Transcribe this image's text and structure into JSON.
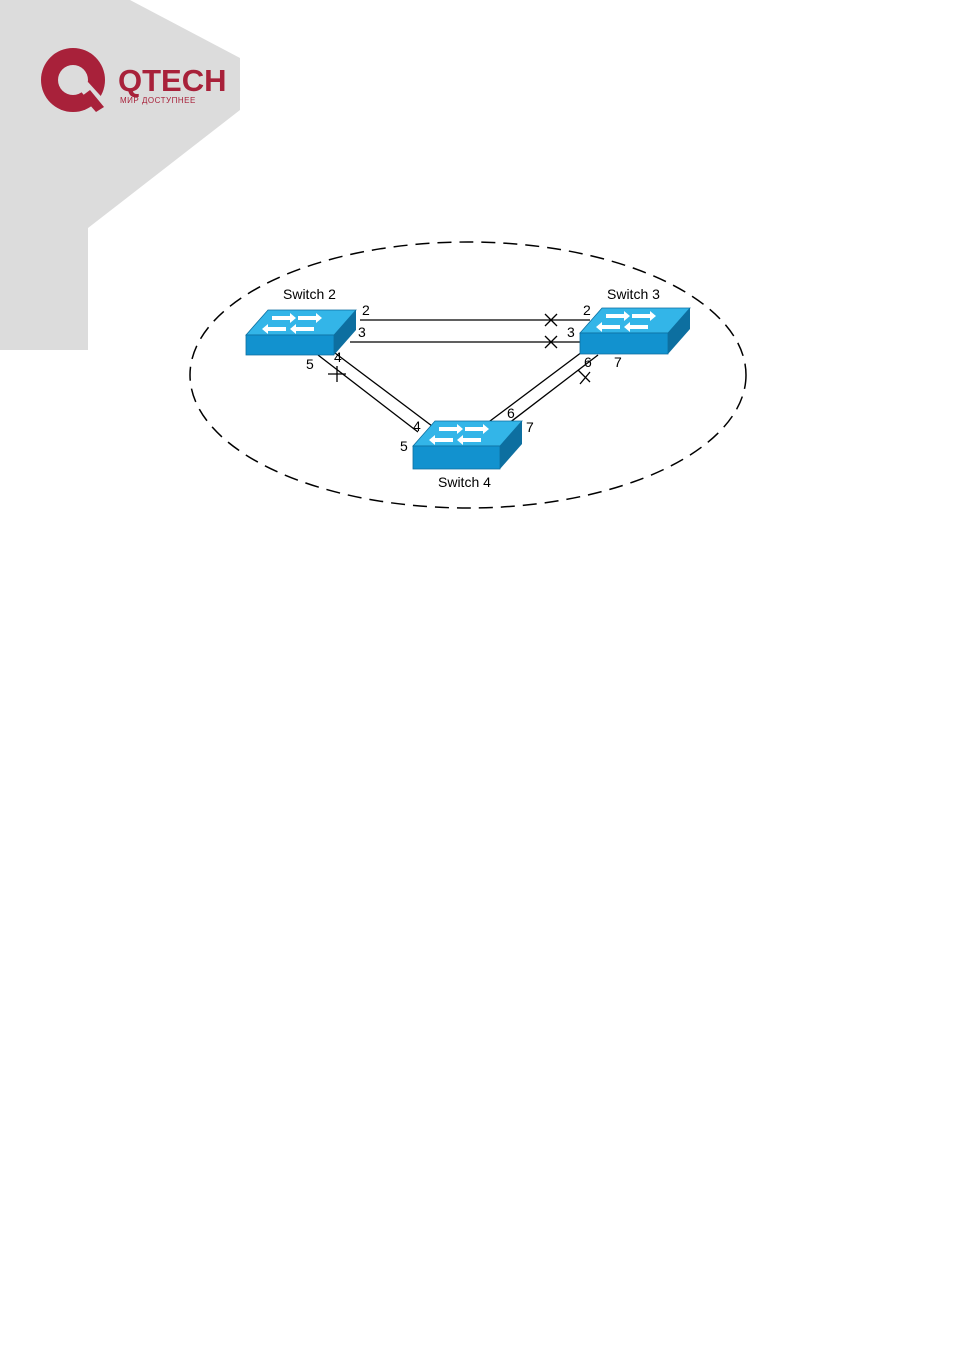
{
  "logo": {
    "wordmark": "QTECH",
    "tagline": "МИР ДОСТУПНЕЕ",
    "brand_color": "#a8213a",
    "banner_color": "#dcdcdc"
  },
  "diagram": {
    "switches": [
      {
        "id": "sw2",
        "label": "Switch 2"
      },
      {
        "id": "sw3",
        "label": "Switch 3"
      },
      {
        "id": "sw4",
        "label": "Switch 4"
      }
    ],
    "ports": [
      {
        "switch": "sw2",
        "label": "2"
      },
      {
        "switch": "sw2",
        "label": "3"
      },
      {
        "switch": "sw2",
        "label": "4"
      },
      {
        "switch": "sw2",
        "label": "5"
      },
      {
        "switch": "sw3",
        "label": "2"
      },
      {
        "switch": "sw3",
        "label": "3"
      },
      {
        "switch": "sw3",
        "label": "6"
      },
      {
        "switch": "sw3",
        "label": "7"
      },
      {
        "switch": "sw4",
        "label": "4"
      },
      {
        "switch": "sw4",
        "label": "5"
      },
      {
        "switch": "sw4",
        "label": "6"
      },
      {
        "switch": "sw4",
        "label": "7"
      }
    ],
    "links": [
      {
        "from": "sw2:2",
        "to": "sw3:2",
        "blocked": true
      },
      {
        "from": "sw2:3",
        "to": "sw3:3",
        "blocked": true
      },
      {
        "from": "sw2:4",
        "to": "sw4:4",
        "blocked": false
      },
      {
        "from": "sw2:5",
        "to": "sw4:5",
        "blocked": true
      },
      {
        "from": "sw3:6",
        "to": "sw4:6",
        "blocked": false
      },
      {
        "from": "sw3:7",
        "to": "sw4:7",
        "blocked": true
      }
    ],
    "switch_colors": {
      "top": "#33b5e8",
      "front": "#1292cf",
      "side": "#0d6fa0"
    }
  }
}
